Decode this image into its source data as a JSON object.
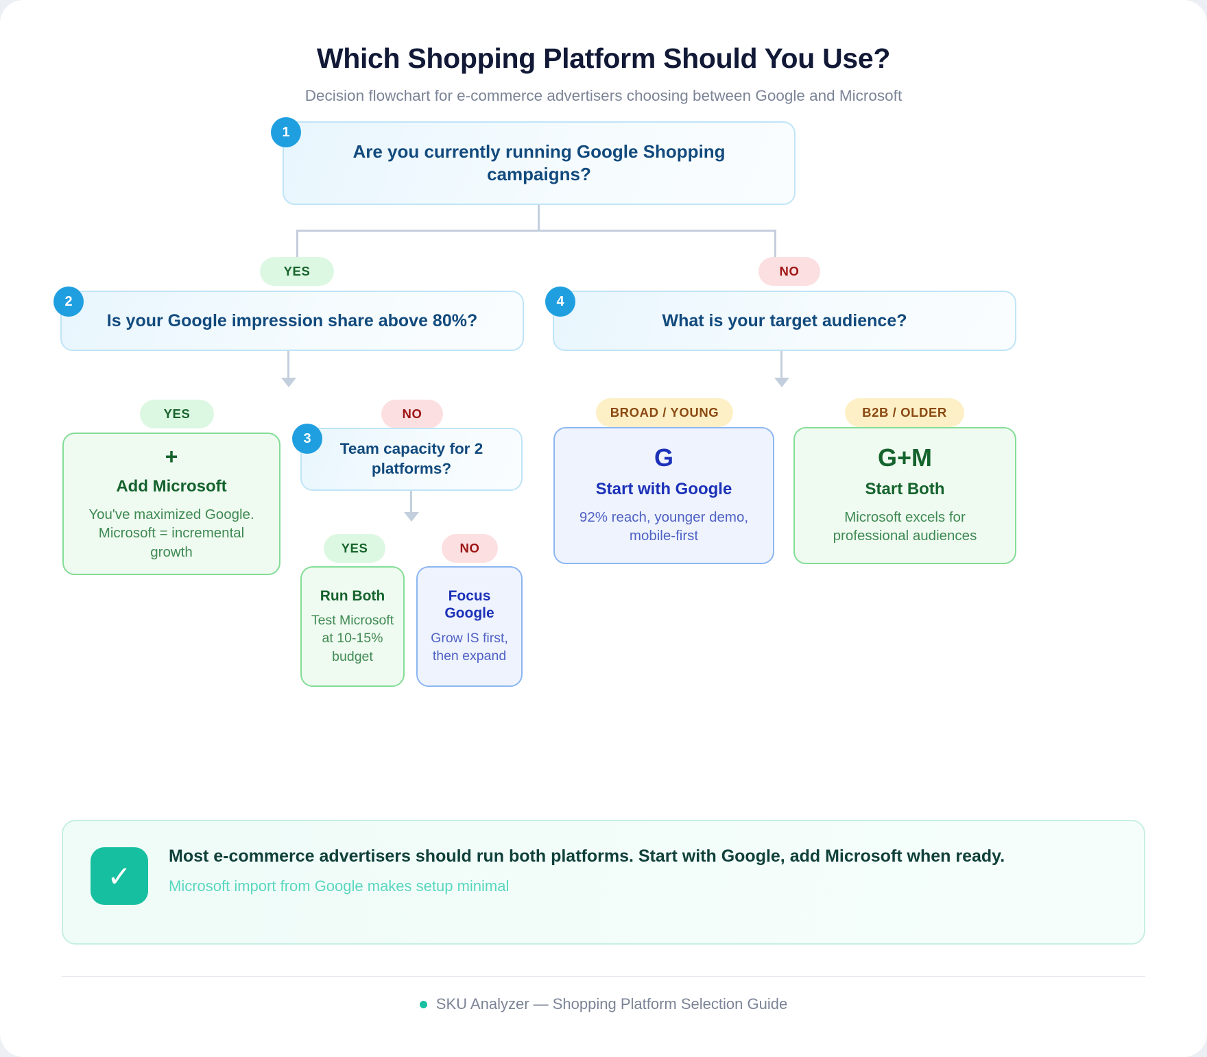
{
  "header": {
    "title": "Which Shopping Platform Should You Use?",
    "subtitle": "Decision flowchart for e-commerce advertisers choosing between Google and Microsoft"
  },
  "nodes": {
    "n1": {
      "badge": "1",
      "question": "Are you currently running Google Shopping campaigns?"
    },
    "n2": {
      "badge": "2",
      "question": "Is your Google impression share above 80%?"
    },
    "n3": {
      "badge": "3",
      "question": "Team capacity for 2 platforms?"
    },
    "n4": {
      "badge": "4",
      "question": "What is your target audience?"
    }
  },
  "branches": {
    "root_yes": "YES",
    "root_no": "NO",
    "n2_yes": "YES",
    "n2_no": "NO",
    "n3_yes": "YES",
    "n3_no": "NO",
    "n4_broad": "BROAD / YOUNG",
    "n4_b2b": "B2B / OLDER"
  },
  "outcomes": {
    "add_microsoft": {
      "icon": "+",
      "title": "Add Microsoft",
      "desc": "You've maximized Google. Microsoft = incremental growth"
    },
    "run_both": {
      "title": "Run Both",
      "desc": "Test Microsoft at 10-15% budget"
    },
    "focus_google": {
      "title": "Focus Google",
      "desc": "Grow IS first, then expand"
    },
    "start_google": {
      "icon": "G",
      "title": "Start with Google",
      "desc": "92% reach, younger demo, mobile-first"
    },
    "start_both": {
      "icon": "G+M",
      "title": "Start Both",
      "desc": "Microsoft excels for professional audiences"
    }
  },
  "callout": {
    "icon": "✓",
    "main": "Most e-commerce advertisers should run both platforms. Start with Google, add Microsoft when ready.",
    "sub": "Microsoft import from Google makes setup minimal"
  },
  "footer": {
    "text": "SKU Analyzer — Shopping Platform Selection Guide"
  },
  "colors": {
    "accent_blue": "#1f9fe0",
    "accent_teal": "#16bfa0",
    "yes_green": "#17632c",
    "no_red": "#9d1414",
    "amber": "#8a4a13"
  }
}
